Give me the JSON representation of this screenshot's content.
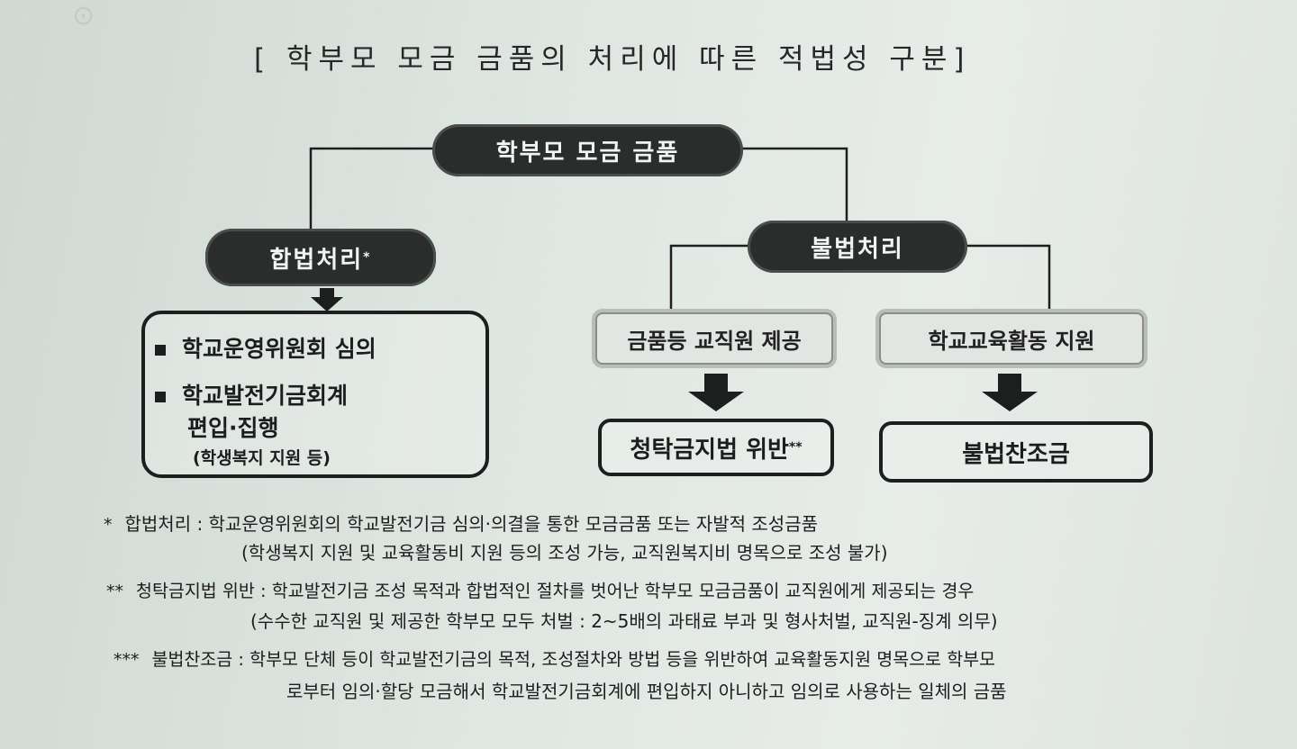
{
  "title": "[ 학부모 모금 금품의 처리에 따른 적법성 구분]",
  "root": "학부모 모금 금품",
  "legal": {
    "label": "합법처리",
    "mark": "*",
    "item1": "학교운영위원회 심의",
    "item2_line1": "학교발전기금회계",
    "item2_line2": "편입·집행",
    "item2_note": "(학생복지 지원 등)"
  },
  "illegal": {
    "label": "불법처리",
    "branch1": "금품등 교직원 제공",
    "result1": "청탁금지법 위반",
    "result1_mark": "**",
    "branch2": "학교교육활동 지원",
    "result2": "불법찬조금"
  },
  "notes": [
    {
      "marker": "*",
      "line1": "합법처리 : 학교운영위원회의 학교발전기금 심의·의결을 통한 모금금품 또는 자발적 조성금품",
      "line2": "(학생복지 지원 및 교육활동비 지원 등의 조성 가능, 교직원복지비 명목으로 조성 불가)"
    },
    {
      "marker": "**",
      "line1": "청탁금지법 위반 : 학교발전기금 조성 목적과 합법적인 절차를 벗어난 학부모 모금금품이 교직원에게 제공되는 경우",
      "line2": "(수수한 교직원 및 제공한 학부모 모두 처벌 : 2~5배의 과태료 부과 및 형사처벌, 교직원-징계 의무)"
    },
    {
      "marker": "***",
      "line1": "불법찬조금 : 학부모 단체 등이 학교발전기금의 목적, 조성절차와 방법 등을 위반하여 교육활동지원 명목으로 학부모",
      "line2": "로부터 임의·할당 모금해서 학교발전기금회계에 편입하지 아니하고 임의로 사용하는 일체의 금품"
    }
  ],
  "colors": {
    "pill": "#2b2d2c",
    "paper": "#dfe6e1",
    "ink": "#1d1f1e"
  },
  "icons": [
    "down-arrow-icon",
    "square-bullet-icon"
  ]
}
